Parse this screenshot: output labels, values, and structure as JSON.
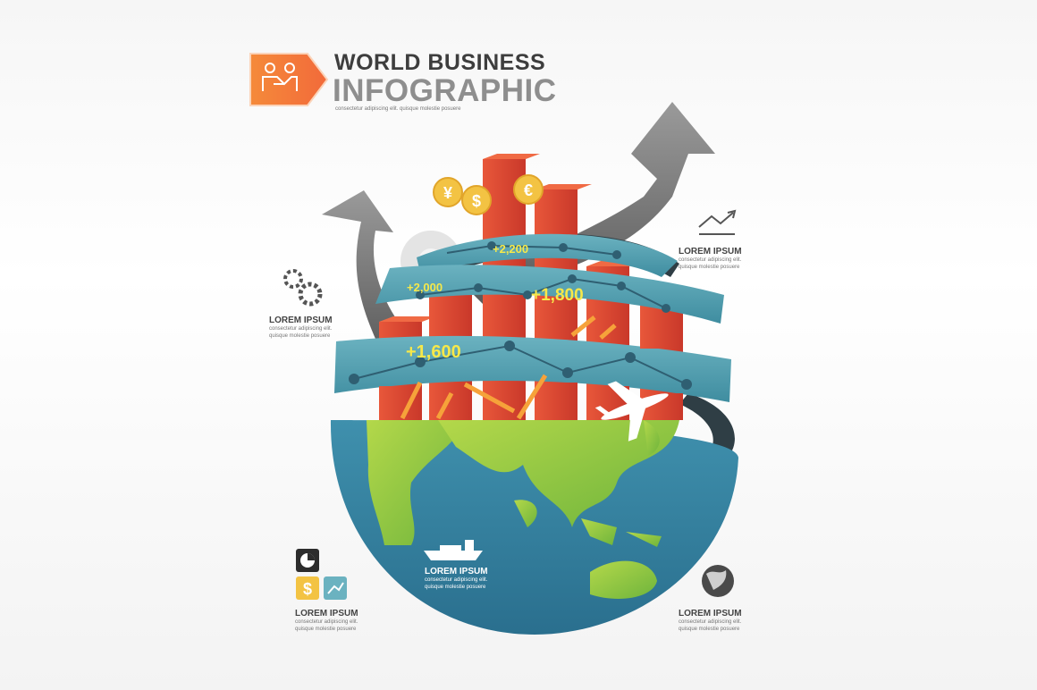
{
  "header": {
    "title_line1": "WORLD BUSINESS",
    "title_line2": "INFOGRAPHIC",
    "subtitle": "consectetur adipiscing elit. quisque molestie posuere"
  },
  "bands": {
    "values": [
      "+2,200",
      "+2,000",
      "+1,800",
      "+1,600"
    ]
  },
  "coins": [
    "¥",
    "$",
    "€"
  ],
  "captions": {
    "growth": {
      "label": "LOREM IPSUM",
      "desc1": "consectetur adipiscing elit.",
      "desc2": "quisque molestie posuere"
    },
    "gears": {
      "label": "LOREM IPSUM",
      "desc1": "consectetur adipiscing elit.",
      "desc2": "quisque molestie posuere"
    },
    "ship": {
      "label": "LOREM IPSUM",
      "desc1": "consectetur adipiscing elit.",
      "desc2": "quisque molestie posuere"
    },
    "finance": {
      "label": "LOREM IPSUM",
      "desc1": "consectetur adipiscing elit.",
      "desc2": "quisque molestie posuere"
    },
    "globe": {
      "label": "LOREM IPSUM",
      "desc1": "consectetur adipiscing elit.",
      "desc2": "quisque molestie posuere"
    }
  },
  "icons": {
    "finance_dollar": "$"
  },
  "colors": {
    "badge": "#f07c3c",
    "bar": "#e14a2e",
    "ocean": "#2f7fa0",
    "land": "#86c43e",
    "band": "#5aa5b5",
    "value_text": "#f6e84a"
  }
}
